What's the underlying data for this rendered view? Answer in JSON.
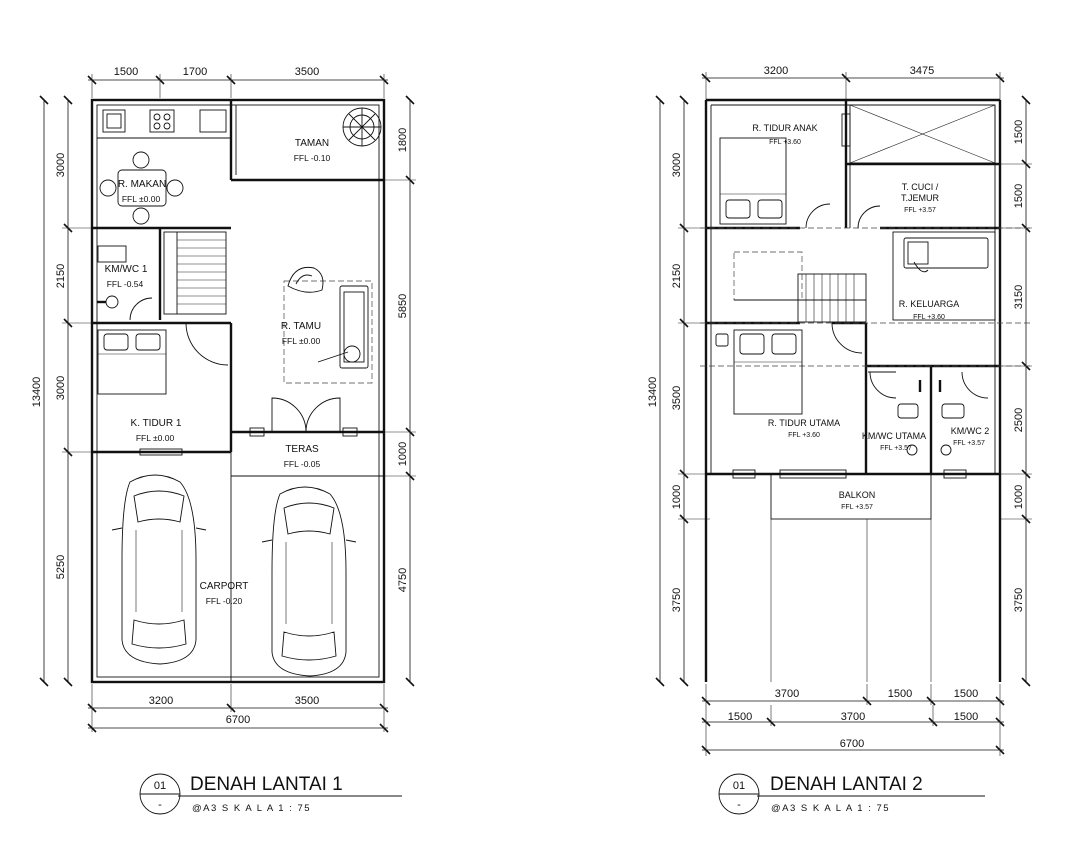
{
  "plan1": {
    "dims_top": [
      "1500",
      "1700",
      "3500"
    ],
    "dims_bottom": [
      "3200",
      "3500"
    ],
    "dim_total": "6700",
    "dims_left": [
      "3000",
      "2150",
      "3000",
      "5250"
    ],
    "dim_left_total": "13400",
    "dims_right": [
      "1800",
      "5850",
      "1000",
      "4750"
    ],
    "rooms": {
      "taman": {
        "name": "TAMAN",
        "ffl": "FFL -0.10"
      },
      "makan": {
        "name": "R. MAKAN",
        "ffl": "FFL ±0.00"
      },
      "kmwc1": {
        "name": "KM/WC 1",
        "ffl": "FFL -0.54"
      },
      "tamu": {
        "name": "R. TAMU",
        "ffl": "FFL ±0.00"
      },
      "tidur1": {
        "name": "K. TIDUR 1",
        "ffl": "FFL ±0.00"
      },
      "teras": {
        "name": "TERAS",
        "ffl": "FFL -0.05"
      },
      "carport": {
        "name": "CARPORT",
        "ffl": "FFL -0.20"
      }
    },
    "title": {
      "num": "01",
      "dash": "-",
      "name": "DENAH LANTAI 1",
      "scale": "@A3 S K A L A 1 :  75"
    }
  },
  "plan2": {
    "dims_top": [
      "3200",
      "3475"
    ],
    "dims_bottom_row1": [
      "3700",
      "1500",
      "1500"
    ],
    "dims_bottom_row2": [
      "1500",
      "3700",
      "1500"
    ],
    "dim_total": "6700",
    "dims_left": [
      "3000",
      "2150",
      "3500",
      "1000",
      "3750"
    ],
    "dim_left_total": "13400",
    "dims_right": [
      "1500",
      "1500",
      "3150",
      "2500",
      "1000",
      "3750"
    ],
    "rooms": {
      "anak": {
        "name": "R. TIDUR ANAK",
        "ffl": "FFL +3.60"
      },
      "cuci": {
        "name1": "T. CUCI /",
        "name2": "T.JEMUR",
        "ffl": "FFL +3.57"
      },
      "keluarga": {
        "name": "R. KELUARGA",
        "ffl": "FFL +3.60"
      },
      "utama": {
        "name": "R. TIDUR UTAMA",
        "ffl": "FFL +3.60"
      },
      "kmutama": {
        "name": "KM/WC UTAMA",
        "ffl": "FFL +3.57"
      },
      "kmwc2": {
        "name": "KM/WC 2",
        "ffl": "FFL +3.57"
      },
      "balkon": {
        "name": "BALKON",
        "ffl": "FFL +3.57"
      }
    },
    "title": {
      "num": "01",
      "dash": "-",
      "name": "DENAH LANTAI 2",
      "scale": "@A3 S K A L A 1 :  75"
    }
  }
}
